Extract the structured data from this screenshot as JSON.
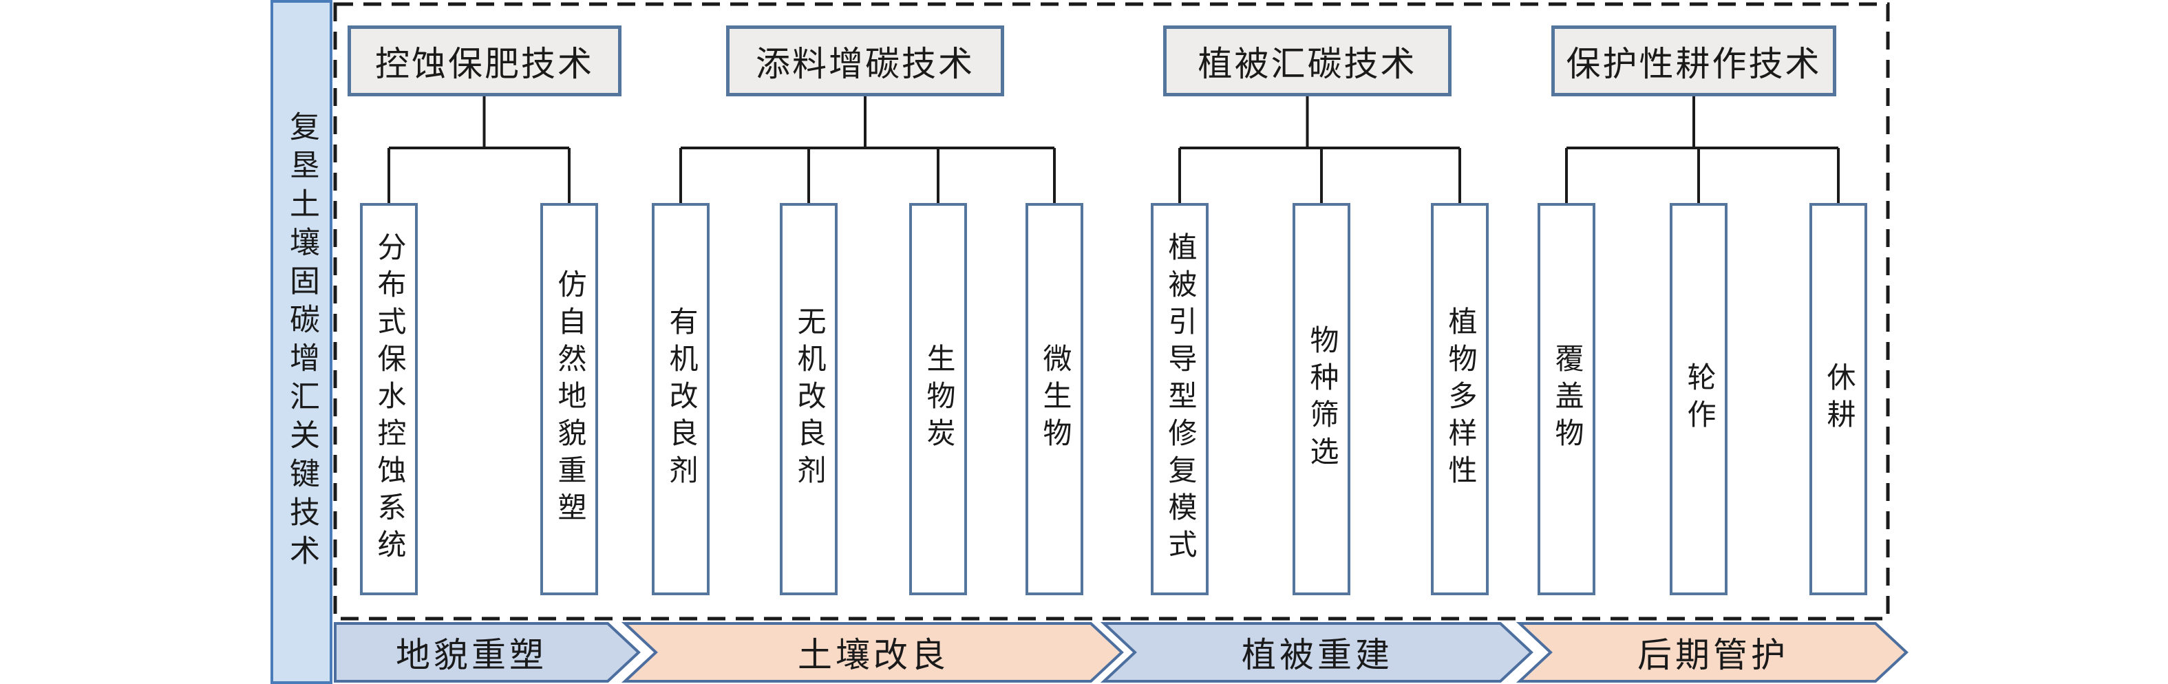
{
  "side_label": "复垦土壤固碳增汇关键技术",
  "groups": [
    {
      "header": "控蚀保肥技术",
      "children": [
        "分布式保水控蚀系统",
        "仿自然地貌重塑"
      ]
    },
    {
      "header": "添料增碳技术",
      "children": [
        "有机改良剂",
        "无机改良剂",
        "生物炭",
        "微生物"
      ]
    },
    {
      "header": "植被汇碳技术",
      "children": [
        "植被引导型修复模式",
        "物种筛选",
        "植物多样性"
      ]
    },
    {
      "header": "保护性耕作技术",
      "children": [
        "覆盖物",
        "轮作",
        "休耕"
      ]
    }
  ],
  "phases": [
    {
      "label": "地貌重塑",
      "style": "blue"
    },
    {
      "label": "土壤改良",
      "style": "orange"
    },
    {
      "label": "植被重建",
      "style": "blue"
    },
    {
      "label": "后期管护",
      "style": "orange"
    }
  ],
  "colors": {
    "bar_fill": "#cfe0f2",
    "bar_border": "#4b7cba",
    "header_fill": "#eeedeb",
    "box_border": "#54769c",
    "line": "#1a1a1a",
    "phase_blue_fill": "#c9d6ea",
    "phase_orange_fill": "#f8dac7",
    "phase_border": "#4c6f9f"
  }
}
